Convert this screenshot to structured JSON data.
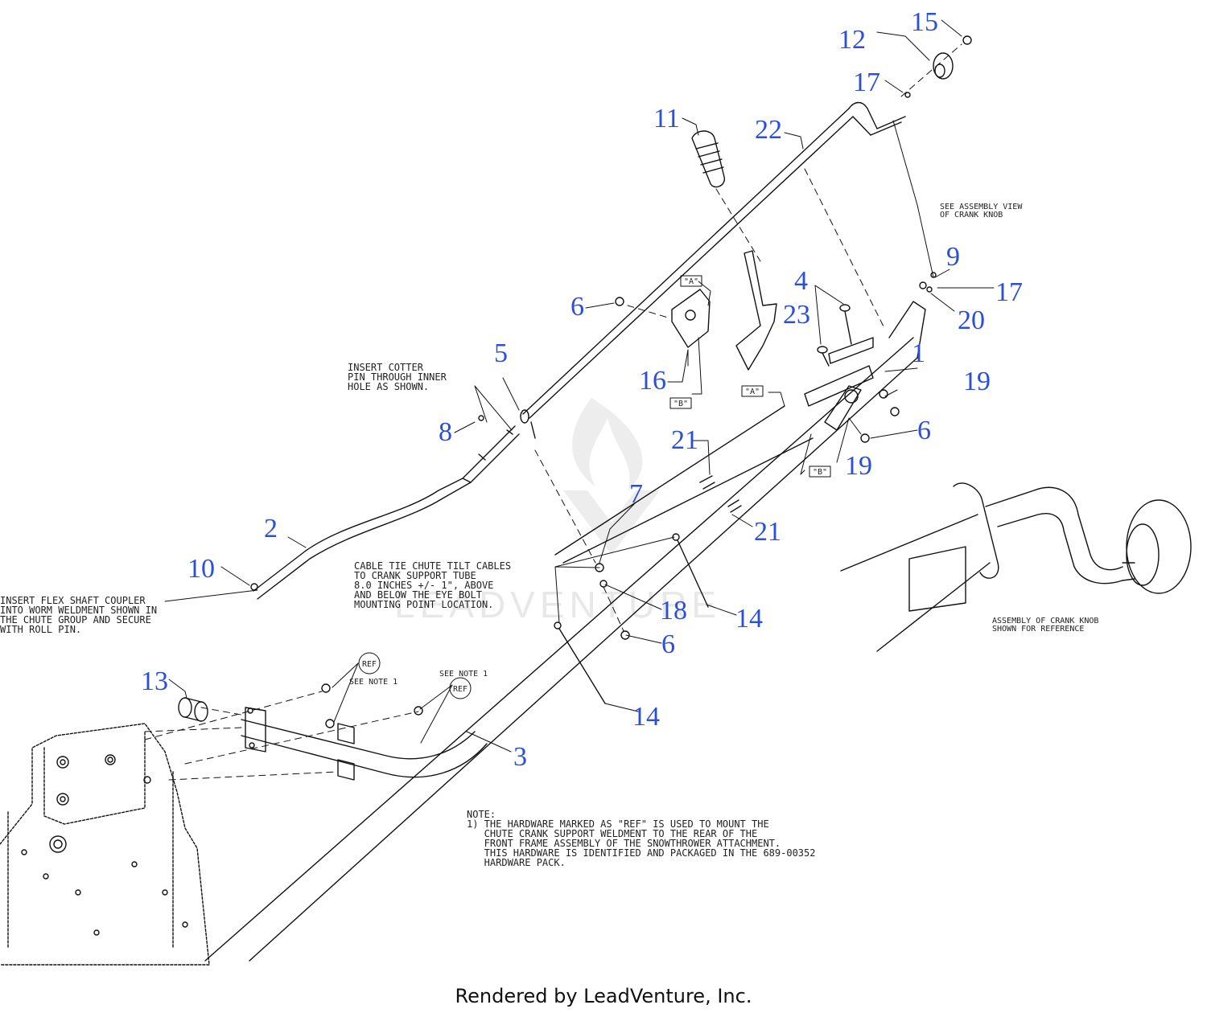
{
  "callouts": {
    "c1": "1",
    "c2": "2",
    "c3": "3",
    "c4": "4",
    "c5": "5",
    "c6a": "6",
    "c6b": "6",
    "c6c": "6",
    "c7": "7",
    "c8": "8",
    "c9": "9",
    "c10": "10",
    "c11": "11",
    "c12": "12",
    "c13": "13",
    "c14a": "14",
    "c14b": "14",
    "c15": "15",
    "c16": "16",
    "c17a": "17",
    "c17b": "17",
    "c18": "18",
    "c19a": "19",
    "c19b": "19",
    "c20": "20",
    "c21a": "21",
    "c21b": "21",
    "c22": "22",
    "c23": "23"
  },
  "tags": {
    "a1": "\"A\"",
    "a2": "\"A\"",
    "b1": "\"B\"",
    "b2": "\"B\"",
    "ref1": "REF",
    "ref2": "REF"
  },
  "notes": {
    "cotter": [
      "INSERT COTTER",
      "PIN THROUGH INNER",
      "HOLE AS SHOWN."
    ],
    "flexshaft": [
      "INSERT FLEX SHAFT COUPLER",
      "INTO WORM WELDMENT SHOWN IN",
      "THE CHUTE GROUP AND SECURE",
      "WITH ROLL PIN."
    ],
    "crankview": [
      "SEE ASSEMBLY VIEW",
      "OF CRANK KNOB"
    ],
    "cabletie": [
      "CABLE TIE CHUTE TILT CABLES",
      "TO CRANK SUPPORT TUBE",
      "8.0 INCHES +/- 1\", ABOVE",
      "AND BELOW THE EYE BOLT",
      "MOUNTING POINT LOCATION."
    ],
    "seenote_a": "SEE NOTE 1",
    "seenote_b": "SEE NOTE 1",
    "assembly": [
      "ASSEMBLY OF CRANK KNOB",
      "SHOWN FOR REFERENCE"
    ],
    "note": [
      "NOTE:",
      "1) THE HARDWARE MARKED AS \"REF\" IS USED TO MOUNT THE",
      "   CHUTE CRANK SUPPORT WELDMENT TO THE REAR OF THE",
      "   FRONT FRAME ASSEMBLY OF THE SNOWTHROWER ATTACHMENT.",
      "   THIS HARDWARE IS IDENTIFIED AND PACKAGED IN THE 689-00352",
      "   HARDWARE PACK."
    ]
  },
  "watermark": "LEADVENTURE",
  "footer": "Rendered by LeadVenture, Inc.",
  "colors": {
    "callout": "#2b4fd6",
    "line": "#111111",
    "watermark": "#e6e6e6"
  }
}
